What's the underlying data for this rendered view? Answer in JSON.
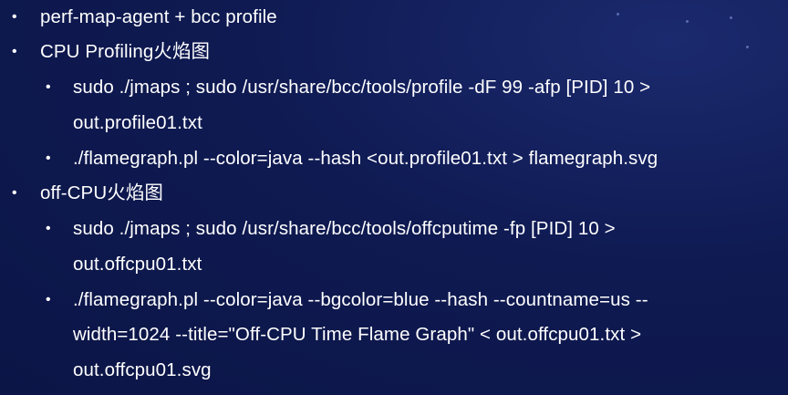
{
  "slide": {
    "items": [
      {
        "text": "perf-map-agent  + bcc profile"
      },
      {
        "text": "CPU Profiling火焰图"
      },
      {
        "text": "sudo ./jmaps ; sudo /usr/share/bcc/tools/profile -dF 99 -afp [PID] 10 >"
      },
      {
        "text": "out.profile01.txt"
      },
      {
        "text": "./flamegraph.pl --color=java --hash <out.profile01.txt > flamegraph.svg"
      },
      {
        "text": "off-CPU火焰图"
      },
      {
        "text": "sudo ./jmaps ; sudo /usr/share/bcc/tools/offcputime -fp [PID] 10 >"
      },
      {
        "text": "out.offcpu01.txt"
      },
      {
        "text": "./flamegraph.pl --color=java --bgcolor=blue --hash --countname=us --"
      },
      {
        "text": "width=1024 --title=\"Off-CPU Time Flame Graph\" < out.offcpu01.txt >"
      },
      {
        "text": "out.offcpu01.svg"
      }
    ],
    "bullet_glyph": "•"
  },
  "colors": {
    "background": "#0f1a52",
    "text": "#ffffff"
  }
}
